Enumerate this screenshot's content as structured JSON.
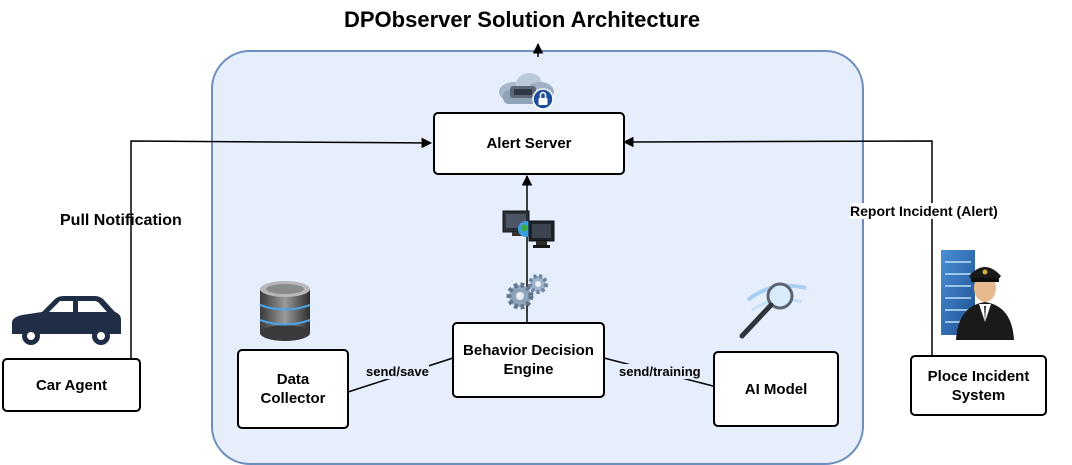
{
  "diagram": {
    "title": "DPObserver Solution Architecture",
    "nodes": {
      "alert_server": "Alert Server",
      "behavior_engine": "Behavior Decision\nEngine",
      "data_collector": "Data\nCollector",
      "ai_model": "AI Model",
      "car_agent": "Car Agent",
      "police_system": "Ploce Incident\nSystem"
    },
    "edges": {
      "pull_notification": "Pull Notification",
      "report_incident": "Report Incident (Alert)",
      "send_save": "send/save",
      "send_training": "send/training"
    },
    "icons": [
      "cloud-lock-icon",
      "monitor-globe-icon",
      "gears-icon",
      "database-icon",
      "magnifier-icon",
      "car-icon",
      "officer-building-icon"
    ],
    "colors": {
      "container_fill": "#e6eefb",
      "container_stroke": "#6c8ebf",
      "car": "#1f2d45"
    }
  }
}
